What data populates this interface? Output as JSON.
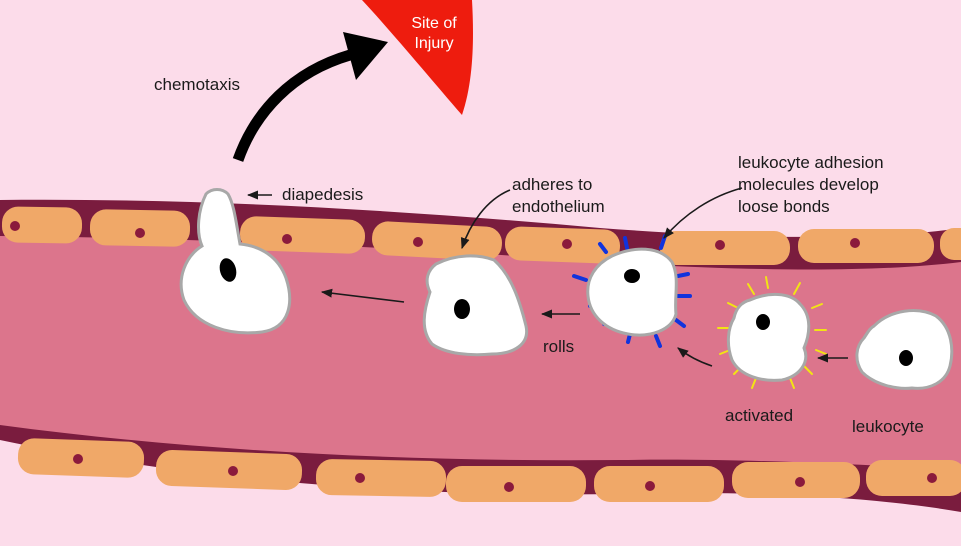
{
  "injury": {
    "line1": "Site of",
    "line2": "Injury"
  },
  "labels": {
    "chemotaxis": "chemotaxis",
    "diapedesis": "diapedesis",
    "adheres_line1": "adheres to",
    "adheres_line2": "endothelium",
    "adhesion_line1": "leukocyte adhesion",
    "adhesion_line2": "molecules develop",
    "adhesion_line3": "loose bonds",
    "rolls": "rolls",
    "activated": "activated",
    "leukocyte": "leukocyte"
  },
  "colors": {
    "background": "#fcdcea",
    "vessel_lumen": "#dc758c",
    "vessel_wall": "#7a1c3e",
    "endothelial_cell": "#f0a868",
    "nucleus_dot": "#8b1a3c",
    "injury": "#ee1c0e",
    "leukocyte_fill": "#ffffff",
    "leukocyte_outline": "#a8a8a8",
    "adhesion_spikes": "#1133dd",
    "activation_rays": "#f2e414"
  },
  "icons": [
    "leukocyte-cell",
    "endothelial-cell",
    "curved-arrow"
  ]
}
